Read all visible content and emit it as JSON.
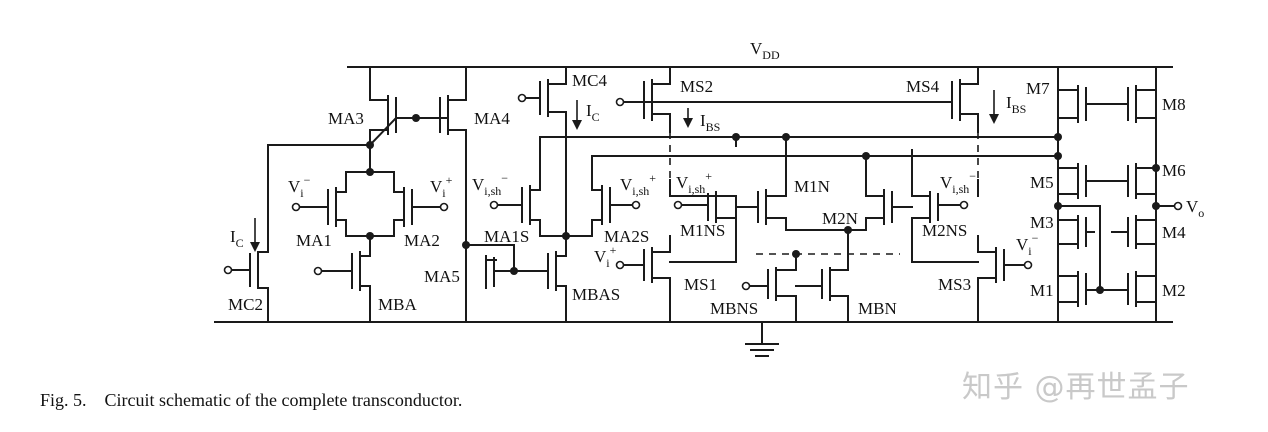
{
  "caption": "Fig. 5.    Circuit schematic of the complete transconductor.",
  "watermark": "知乎 @再世孟子",
  "rails": {
    "vdd": {
      "main": "V",
      "sub": "DD"
    }
  },
  "transistors": {
    "MA3": "MA3",
    "MA4": "MA4",
    "MA1": "MA1",
    "MA2": "MA2",
    "MA5": "MA5",
    "MBA": "MBA",
    "MC2": "MC2",
    "MC4": "MC4",
    "MA1S": "MA1S",
    "MA2S": "MA2S",
    "MBAS": "MBAS",
    "MS2": "MS2",
    "MS4": "MS4",
    "MS1": "MS1",
    "MS3": "MS3",
    "M1NS": "M1NS",
    "M1N": "M1N",
    "M2N": "M2N",
    "M2NS": "M2NS",
    "MBNS": "MBNS",
    "MBN": "MBN",
    "M7": "M7",
    "M8": "M8",
    "M6": "M6",
    "M5": "M5",
    "M3": "M3",
    "M4": "M4",
    "M1": "M1",
    "M2": "M2"
  },
  "signals": {
    "vi_minus_left": {
      "main": "V",
      "sub": "i",
      "sup": "−"
    },
    "vi_plus_left": {
      "main": "V",
      "sub": "i",
      "sup": "+"
    },
    "vish_minus_left": {
      "main": "V",
      "sub": "i,sh",
      "sup": "−"
    },
    "vish_plus_left": {
      "main": "V",
      "sub": "i,sh",
      "sup": "+"
    },
    "vish_plus_mid": {
      "main": "V",
      "sub": "i,sh",
      "sup": "+"
    },
    "vish_minus_right": {
      "main": "V",
      "sub": "i,sh",
      "sup": "−"
    },
    "vi_plus_mid": {
      "main": "V",
      "sub": "i",
      "sup": "+"
    },
    "vi_minus_right": {
      "main": "V",
      "sub": "i",
      "sup": "−"
    },
    "vo": {
      "main": "V",
      "sub": "o"
    }
  },
  "currents": {
    "ic_left": {
      "main": "I",
      "sub": "C"
    },
    "ic_top": {
      "main": "I",
      "sub": "C"
    },
    "ibs_left": {
      "main": "I",
      "sub": "BS"
    },
    "ibs_right": {
      "main": "I",
      "sub": "BS"
    }
  }
}
